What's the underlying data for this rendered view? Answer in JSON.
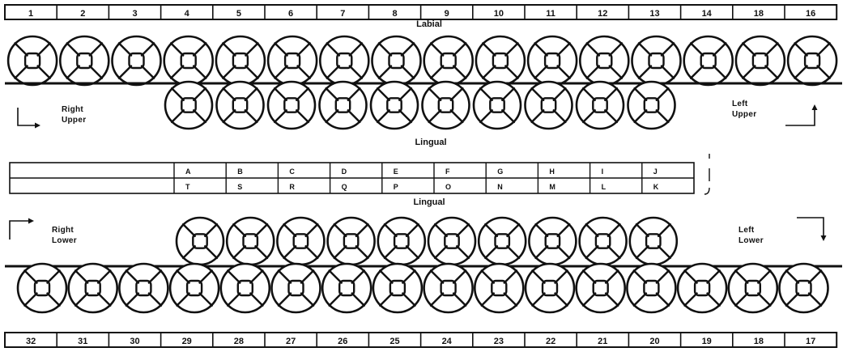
{
  "upper_permanent_numbers": [
    "1",
    "2",
    "3",
    "4",
    "5",
    "6",
    "7",
    "8",
    "9",
    "10",
    "11",
    "12",
    "13",
    "14",
    "18",
    "16"
  ],
  "lower_permanent_numbers": [
    "32",
    "31",
    "30",
    "29",
    "28",
    "27",
    "26",
    "25",
    "24",
    "23",
    "22",
    "21",
    "20",
    "19",
    "18",
    "17"
  ],
  "upper_primary_letters": [
    "A",
    "B",
    "C",
    "D",
    "E",
    "F",
    "G",
    "H",
    "I",
    "J"
  ],
  "lower_primary_letters": [
    "T",
    "S",
    "R",
    "Q",
    "P",
    "O",
    "N",
    "M",
    "L",
    "K"
  ],
  "labels": {
    "labial": "Labial",
    "lingual_upper": "Lingual",
    "lingual_lower": "Lingual",
    "right_upper": [
      "Right",
      "Upper"
    ],
    "left_upper": [
      "Left",
      "Upper"
    ],
    "right_lower": [
      "Right",
      "Lower"
    ],
    "left_lower": [
      "Left",
      "Lower"
    ]
  }
}
